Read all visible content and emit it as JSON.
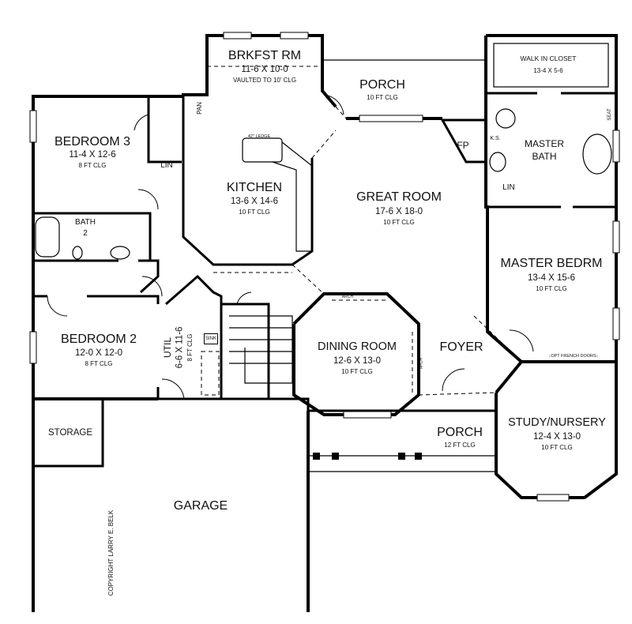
{
  "rooms": {
    "brkfst": {
      "name": "BRKFST RM",
      "size": "11-6 X 10-0",
      "clg": "VAULTED TO 10' CLG"
    },
    "porch_rear": {
      "name": "PORCH",
      "clg": "10 FT CLG"
    },
    "walk_in_closet": {
      "name": "WALK IN CLOSET",
      "size": "13-4 X 5-6"
    },
    "bedroom3": {
      "name": "BEDROOM 3",
      "size": "11-4 X 12-6",
      "clg": "8 FT CLG"
    },
    "kitchen": {
      "name": "KITCHEN",
      "size": "13-6 X 14-6",
      "clg": "10 FT CLG"
    },
    "great_room": {
      "name": "GREAT ROOM",
      "size": "17-6 X 18-0",
      "clg": "10 FT CLG"
    },
    "master_bath": {
      "line1": "MASTER",
      "line2": "BATH"
    },
    "bath2": {
      "line1": "BATH",
      "line2": "2"
    },
    "master_bedrm": {
      "name": "MASTER BEDRM",
      "size": "13-4 X 15-6",
      "clg": "10 FT CLG"
    },
    "bedroom2": {
      "name": "BEDROOM 2",
      "size": "12-0 X 12-0",
      "clg": "8 FT CLG"
    },
    "util": {
      "name": "UTIL",
      "size": "6-6 X 11-6",
      "clg": "8 FT CLG"
    },
    "dining": {
      "name": "DINING ROOM",
      "size": "12-6 X 13-0",
      "clg": "10 FT CLG"
    },
    "foyer": {
      "name": "FOYER"
    },
    "study": {
      "name": "STUDY/NURSERY",
      "size": "12-4 X 13-0",
      "clg": "10 FT CLG"
    },
    "porch_front": {
      "name": "PORCH",
      "clg": "12 FT CLG"
    },
    "storage": {
      "name": "STORAGE"
    },
    "garage": {
      "name": "GARAGE"
    }
  },
  "fixtures": {
    "pantry": "PAN",
    "linen_bed3": "LIN",
    "linen_master": "LIN",
    "fireplace": "FP",
    "knee_space": "K.S.",
    "seat": "SEAT",
    "sink": "SINK",
    "ledge": "42\" LEDGE",
    "arch_top": "ARCH",
    "arch_side": "ARCH",
    "french_doors": "↓OPT FRENCH DOORS↓"
  },
  "copyright": "COPYRIGHT LARRY E. BELK"
}
